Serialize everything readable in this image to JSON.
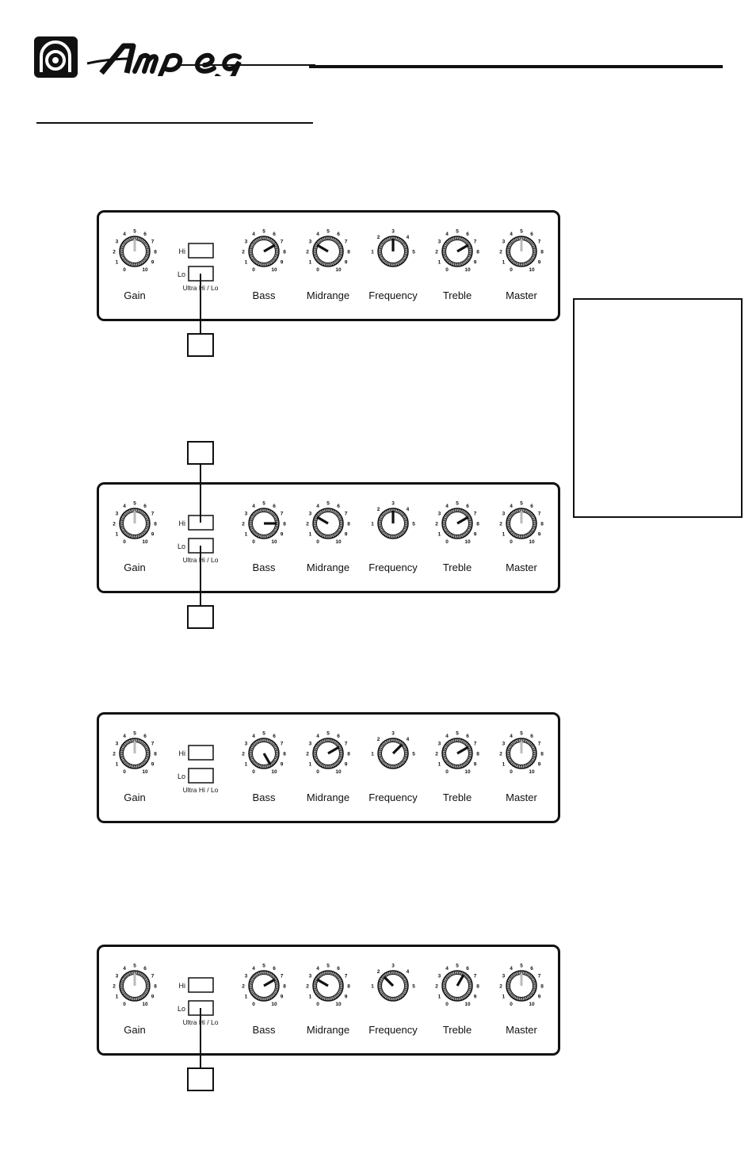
{
  "brand": {
    "name": "Ampeg"
  },
  "panels": [
    {
      "knobs": [
        {
          "label": "Gain",
          "position": 5,
          "scale": "0-10"
        },
        {
          "label": "Bass",
          "position": 7,
          "scale": "0-10"
        },
        {
          "label": "Midrange",
          "position": 3,
          "scale": "0-10"
        },
        {
          "label": "Frequency",
          "position": 3,
          "scale": "1-5"
        },
        {
          "label": "Treble",
          "position": 7,
          "scale": "0-10"
        },
        {
          "label": "Master",
          "position": 5,
          "scale": "0-10"
        }
      ],
      "switch": {
        "hi_label": "Hi",
        "lo_label": "Lo",
        "label": "Ultra Hi / Lo"
      },
      "callouts": [
        "lo-below"
      ]
    },
    {
      "knobs": [
        {
          "label": "Gain",
          "position": 5,
          "scale": "0-10"
        },
        {
          "label": "Bass",
          "position": 8,
          "scale": "0-10"
        },
        {
          "label": "Midrange",
          "position": 3,
          "scale": "0-10"
        },
        {
          "label": "Frequency",
          "position": 3,
          "scale": "1-5"
        },
        {
          "label": "Treble",
          "position": 7,
          "scale": "0-10"
        },
        {
          "label": "Master",
          "position": 5,
          "scale": "0-10"
        }
      ],
      "switch": {
        "hi_label": "Hi",
        "lo_label": "Lo",
        "label": "Ultra Hi / Lo"
      },
      "callouts": [
        "hi-above",
        "lo-below"
      ]
    },
    {
      "knobs": [
        {
          "label": "Gain",
          "position": 5,
          "scale": "0-10"
        },
        {
          "label": "Bass",
          "position": 10,
          "scale": "0-10"
        },
        {
          "label": "Midrange",
          "position": 7,
          "scale": "0-10"
        },
        {
          "label": "Frequency",
          "position": 4,
          "scale": "1-5"
        },
        {
          "label": "Treble",
          "position": 7,
          "scale": "0-10"
        },
        {
          "label": "Master",
          "position": 5,
          "scale": "0-10"
        }
      ],
      "switch": {
        "hi_label": "Hi",
        "lo_label": "Lo",
        "label": "Ultra Hi / Lo"
      },
      "callouts": []
    },
    {
      "knobs": [
        {
          "label": "Gain",
          "position": 5,
          "scale": "0-10"
        },
        {
          "label": "Bass",
          "position": 7,
          "scale": "0-10"
        },
        {
          "label": "Midrange",
          "position": 3,
          "scale": "0-10"
        },
        {
          "label": "Frequency",
          "position": 2,
          "scale": "1-5"
        },
        {
          "label": "Treble",
          "position": 6,
          "scale": "0-10"
        },
        {
          "label": "Master",
          "position": 5,
          "scale": "0-10"
        }
      ],
      "switch": {
        "hi_label": "Hi",
        "lo_label": "Lo",
        "label": "Ultra Hi / Lo"
      },
      "callouts": [
        "lo-below"
      ]
    }
  ],
  "scales": {
    "0-10": [
      "0",
      "1",
      "2",
      "3",
      "4",
      "5",
      "6",
      "7",
      "8",
      "9",
      "10"
    ],
    "1-5": [
      "1",
      "2",
      "3",
      "4",
      "5"
    ]
  },
  "colors": {
    "ink": "#111111",
    "paper": "#ffffff",
    "gain_master_pointer": "#bbbbbb"
  }
}
